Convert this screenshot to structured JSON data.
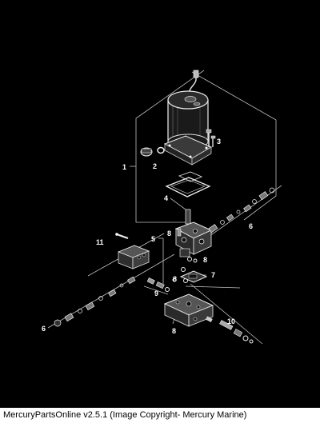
{
  "diagram": {
    "callouts": {
      "c1": "1",
      "c2": "2",
      "c3": "3",
      "c4": "4",
      "c5": "5",
      "c6a": "6",
      "c6b": "6",
      "c7": "7",
      "c8a": "8",
      "c8b": "8",
      "c8c": "8",
      "c8d": "8",
      "c9": "9",
      "c10": "10",
      "c11": "11"
    }
  },
  "footer": {
    "text": "MercuryPartsOnline v2.5.1 (Image Copyright- Mercury Marine)"
  }
}
